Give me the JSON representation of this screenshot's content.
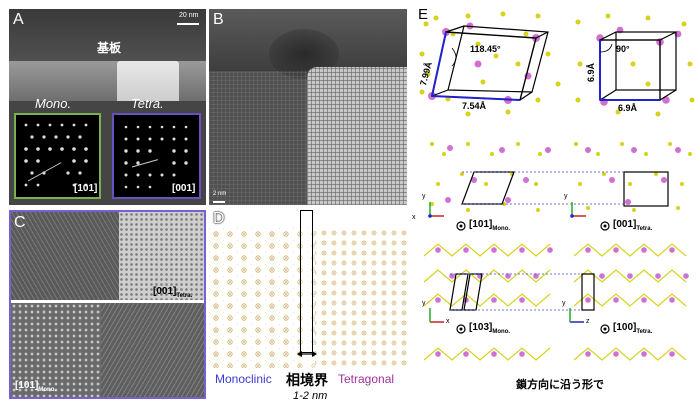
{
  "panels": {
    "a": {
      "letter": "A",
      "scale_bar": "20 nm",
      "substrate_label": "基板",
      "mono_label": "Mono.",
      "tetra_label": "Tetra.",
      "dp_mono_index": "[101]",
      "dp_tetra_index": "[001]"
    },
    "b": {
      "letter": "B",
      "scale_bar": "2 nm"
    },
    "c": {
      "letter": "C",
      "tetra_index": "[001]",
      "tetra_sub": "Tetra.",
      "mono_index": "[101]",
      "mono_sub": "Mono."
    },
    "d": {
      "letter": "D",
      "monoclinic": "Monoclinic",
      "boundary": "相境界",
      "width": "1-2 nm",
      "tetragonal": "Tetragonal"
    },
    "e": {
      "letter": "E",
      "mono_angle": "118.45°",
      "mono_a": "7.99Å",
      "mono_b": "7.54Å",
      "tetra_angle": "90°",
      "tetra_a": "6.9Å",
      "tetra_b": "6.9Å",
      "view1_mono": "[101]",
      "view1_mono_sub": "Mono.",
      "view1_tetra": "[001]",
      "view1_tetra_sub": "Tetra.",
      "view2_mono": "[103]",
      "view2_mono_sub": "Mono.",
      "view2_tetra": "[100]",
      "view2_tetra_sub": "Tetra.",
      "axis_x": "x",
      "axis_y": "y",
      "axis_z": "z",
      "caption": "鎖方向に沿う形で"
    }
  },
  "colors": {
    "monoclinic": "#3a3ad6",
    "tetragonal": "#a0309a",
    "frame_mono": "#7a5fd0",
    "frame_tetra_dp": "#6a50c0",
    "frame_mono_dp": "#7ab050",
    "atom_yellow": "#d6d21a",
    "atom_pink": "#d070d0"
  }
}
